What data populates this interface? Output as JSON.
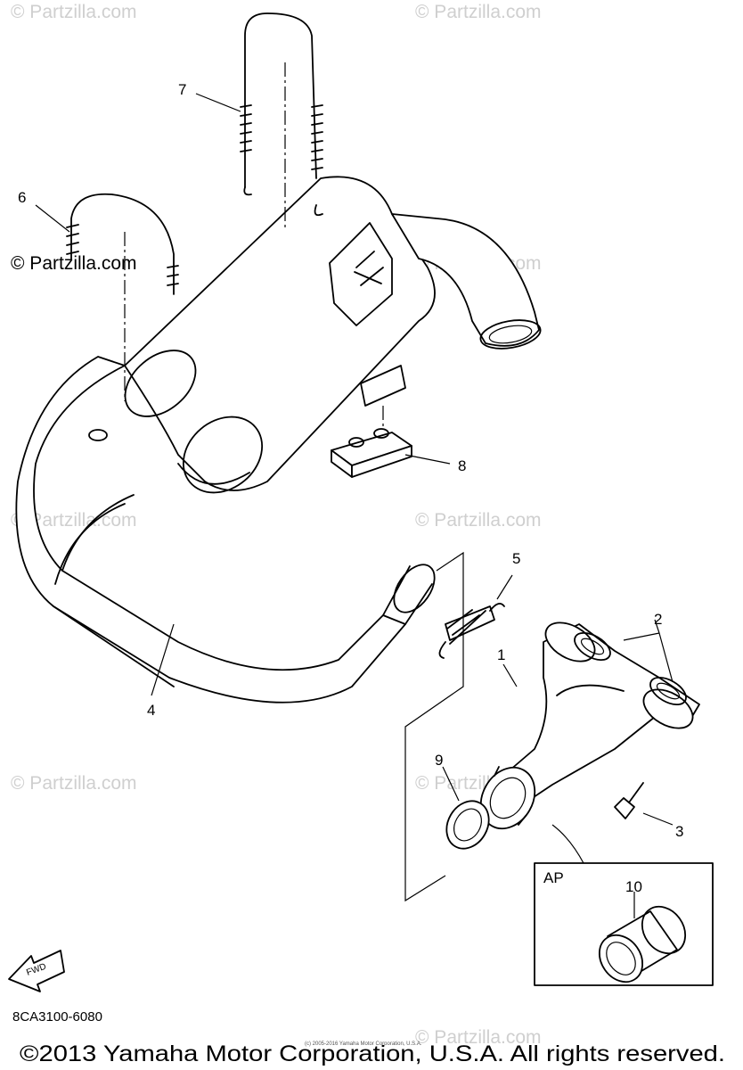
{
  "watermarks": [
    "© Partzilla.com",
    "© Partzilla.com",
    "© Partzilla.com",
    "© Partzilla.com",
    "© Partzilla.com",
    "© Partzilla.com",
    "© Partzilla.com",
    "© Partzilla.com",
    "© Partzilla.com"
  ],
  "callouts": [
    "1",
    "2",
    "3",
    "4",
    "5",
    "6",
    "7",
    "8",
    "9",
    "10"
  ],
  "inset_label": "AP",
  "fwd_label": "FWD",
  "diagram_code": "8CA3100-6080",
  "tiny_notice": "(c) 2005-2016 Yamaha Motor Corporation, U.S.A.",
  "copyright": "©2013 Yamaha Motor Corporation, U.S.A. All rights reserved."
}
